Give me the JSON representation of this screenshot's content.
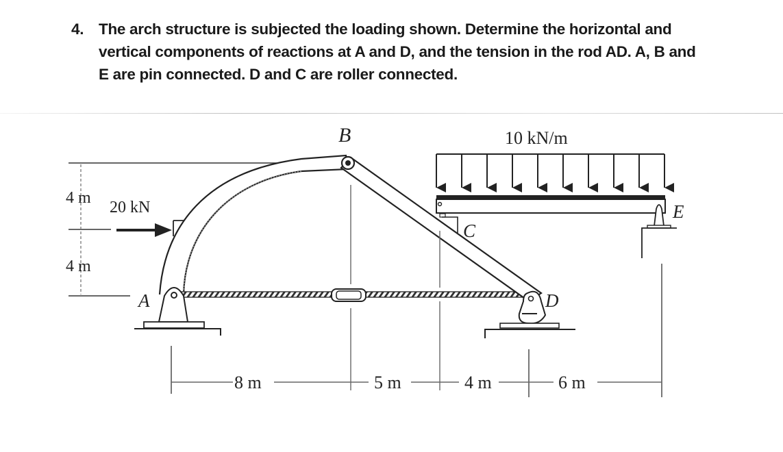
{
  "problem": {
    "number": "4.",
    "statement": "The arch structure is subjected the loading shown. Determine the horizontal and vertical components of reactions at A and D, and the tension in the rod AD. A, B and E are pin connected. D and C are roller connected."
  },
  "figure": {
    "points": {
      "A": "A",
      "B": "B",
      "C": "C",
      "D": "D",
      "E": "E"
    },
    "loads": {
      "point_load": "20 kN",
      "distributed_load": "10 kN/m",
      "distributed_load_arrow_count": 10
    },
    "vertical_dimensions": {
      "upper": "4 m",
      "lower": "4 m"
    },
    "horizontal_dimensions": {
      "AB": "8 m",
      "B_to_C": "5 m",
      "C_to_D": "4 m",
      "D_to_E": "6 m"
    },
    "colors": {
      "ink": "#222222",
      "dimension_line": "#555555",
      "background": "#ffffff"
    }
  }
}
